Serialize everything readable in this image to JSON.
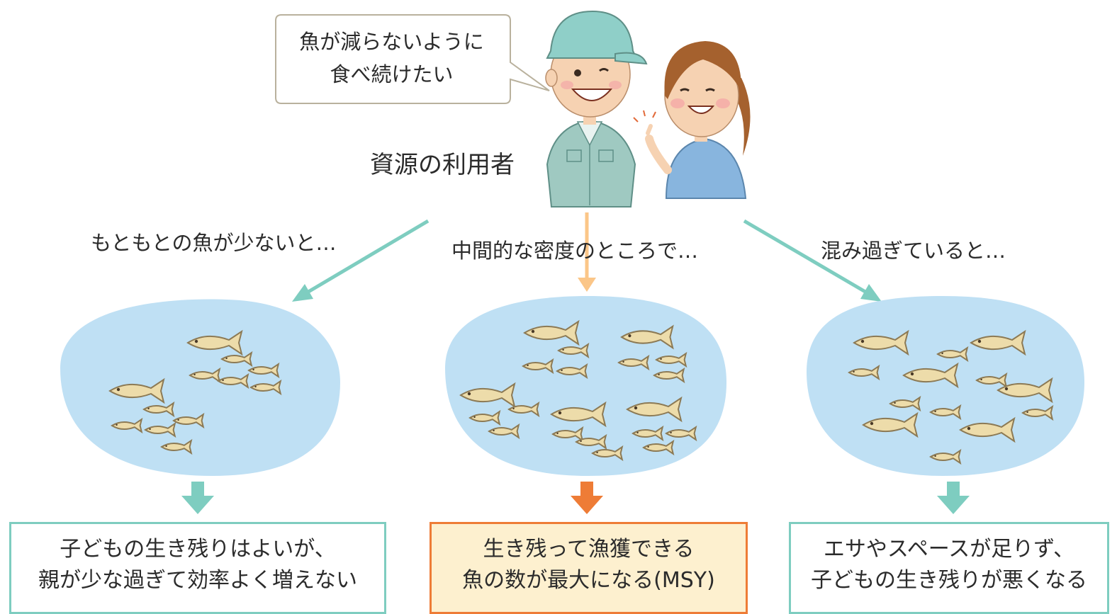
{
  "speech_bubble": {
    "lines": [
      "魚が減らないように",
      "食べ続けたい"
    ]
  },
  "user_label": "資源の利用者",
  "branches": [
    {
      "label": "もともとの魚が少ないと…",
      "result_lines": [
        "子どもの生き残りはよいが、",
        "親が少な過ぎて効率よく増えない"
      ]
    },
    {
      "label": "中間的な密度のところで…",
      "result_lines": [
        "生き残って漁獲できる",
        "魚の数が最大になる(MSY)"
      ]
    },
    {
      "label": "混み過ぎていると…",
      "result_lines": [
        "エサやスペースが足りず、",
        "子どもの生き残りが悪くなる"
      ]
    }
  ],
  "colors": {
    "pond": "#bfe0f4",
    "fish": "#eddcaa",
    "fish_outline": "#8c7a55",
    "teal": "#7ecdc0",
    "orange": "#ee7c36",
    "light_orange": "#fbc688"
  }
}
